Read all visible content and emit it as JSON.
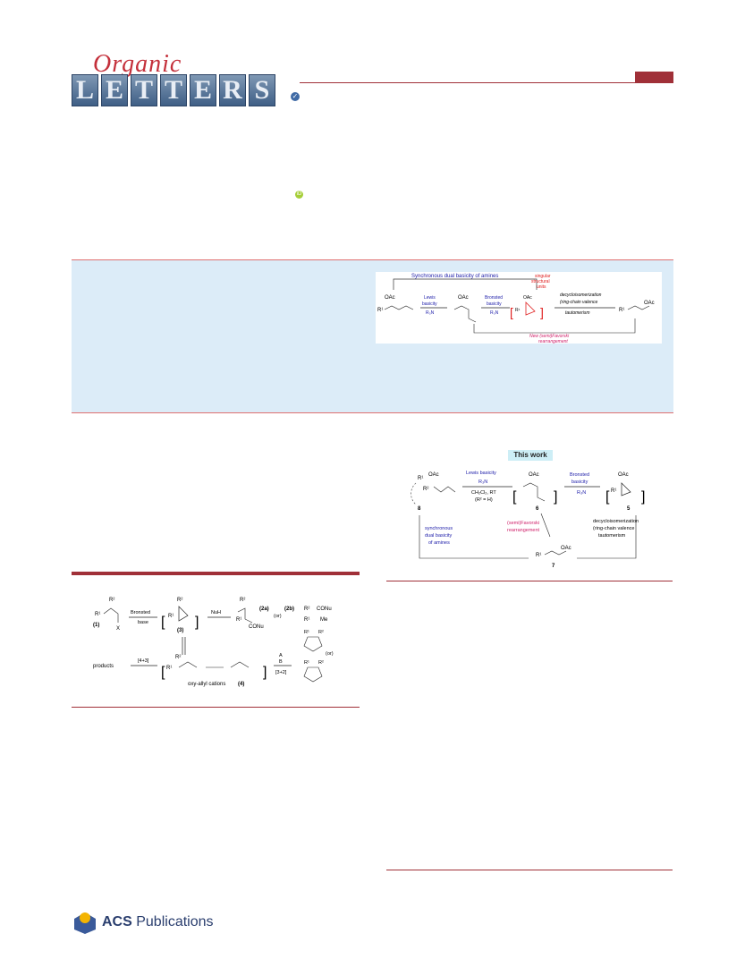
{
  "journal": {
    "organic": "Organic",
    "letters": [
      "L",
      "E",
      "T",
      "T",
      "E",
      "R",
      "S"
    ],
    "orcid_label": "iD"
  },
  "toc_graphic": {
    "top_label": "Synchronous dual basicity of amines",
    "lewis": "Lewis",
    "lewis2": "basicity",
    "r3n": "R₃N",
    "bronsted": "Bronsted",
    "bronsted2": "basicity",
    "singular1": "singular",
    "singular2": "structural",
    "singular3": "units",
    "decyclo": "decycloisomerization",
    "ringchain": "(ring-chain valence",
    "taut": "tautomerism",
    "bottom1": "New (semi)Favorski",
    "bottom2": "rearrangement",
    "oac": "OAc",
    "r1": "R¹"
  },
  "scheme_right": {
    "chip": "This work",
    "lewis": "Lewis basicity",
    "r3n": "R₃N",
    "solvent": "CH₂Cl₂, RT",
    "cond": "(R² = H)",
    "bronsted": "Bronsted",
    "basicity": "basicity",
    "num6": "6",
    "num5": "5",
    "num7": "7",
    "num8": "8",
    "semi1": "(semi)Favorski",
    "semi2": "rearrangement",
    "sync1": "synchronous",
    "sync2": "dual basicity",
    "sync3": "of amines",
    "dec1": "decycloisomerization",
    "dec2": "(ring-chain valence",
    "dec3": "tautomerism",
    "oac": "OAc",
    "r1": "R¹",
    "r2": "R²"
  },
  "scheme_left": {
    "bronsted": "Bronsted",
    "base": "base",
    "nuh": "NuH",
    "label1": "(1)",
    "label2a": "(2a)",
    "label2b": "(2b)",
    "label3": "(3)",
    "or": "(or)",
    "conu": "CONu",
    "me": "Me",
    "x": "X",
    "products": "products",
    "r43": "[4+3]",
    "r32": "[3+2]",
    "oxy": "oxy-allyl cations",
    "label4": "(4)",
    "a": "A",
    "b": "B",
    "r1": "R¹",
    "r2": "R²"
  },
  "footer": {
    "acs": "ACS",
    "publications": "Publications"
  },
  "colors": {
    "brand_red": "#a03038",
    "abstract_bg": "#dcecf8",
    "blue_text": "#1a1aa8",
    "pink_text": "#d0206a",
    "red_struct": "#e02020"
  }
}
